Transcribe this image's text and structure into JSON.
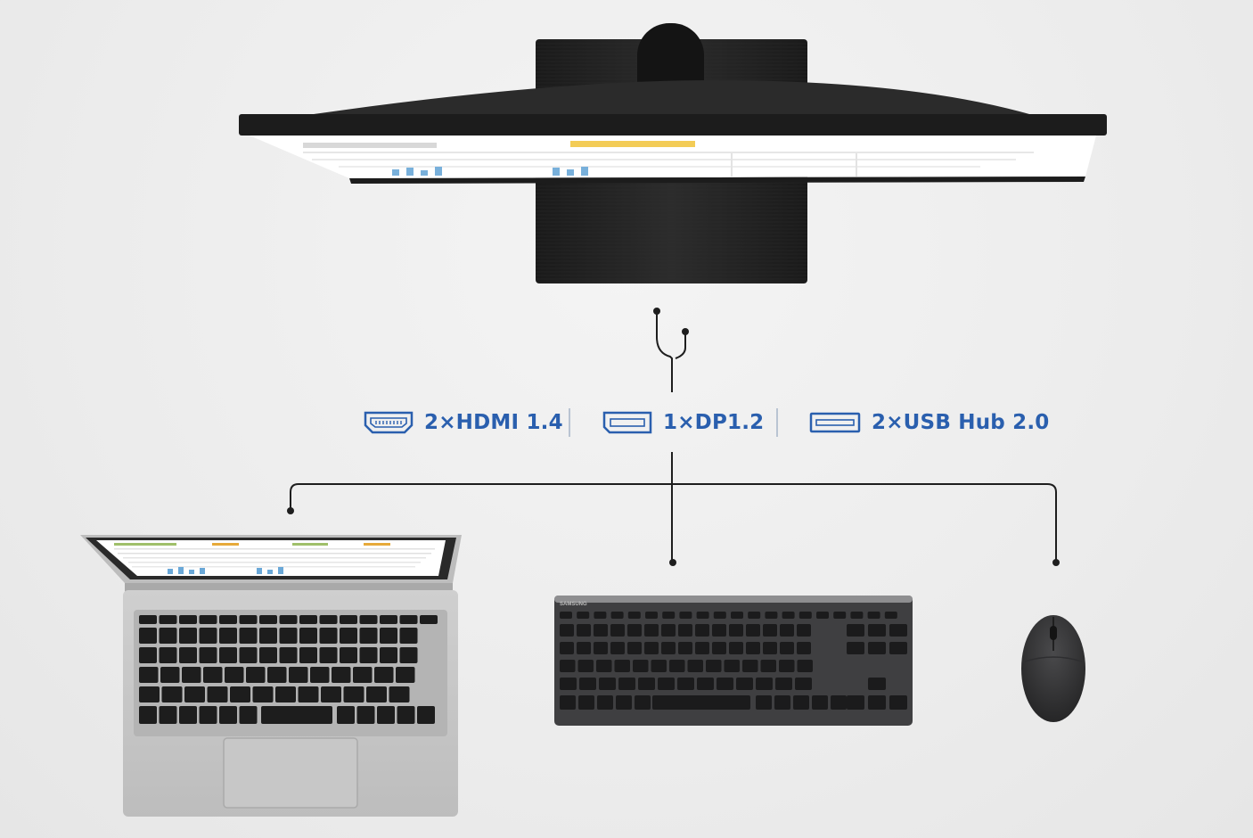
{
  "theme": {
    "accent": "#2a5fae",
    "line": "#1e1e1e",
    "monitor": "#222222",
    "laptop": "#c4c4c4",
    "keyboard": "#3f3f41"
  },
  "ports": [
    {
      "label": "2×HDMI 1.4",
      "icon": "hdmi-port-icon"
    },
    {
      "label": "1×DP1.2",
      "icon": "displayport-icon"
    },
    {
      "label": "2×USB Hub 2.0",
      "icon": "usb-port-icon"
    }
  ],
  "keyboard": {
    "brand": "SAMSUNG"
  },
  "devices": [
    "monitor",
    "laptop",
    "keyboard",
    "mouse"
  ]
}
